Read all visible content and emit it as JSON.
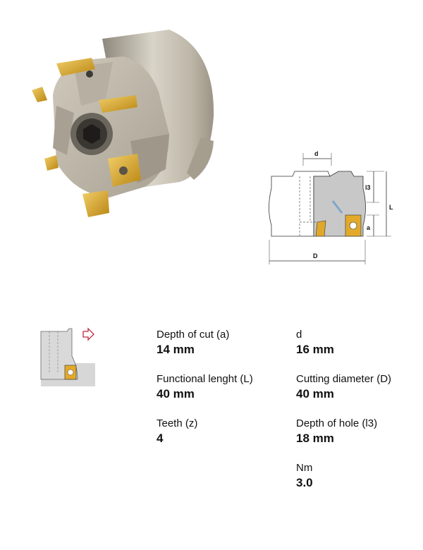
{
  "drawing": {
    "label_d": "d",
    "label_l3": "l3",
    "label_L": "L",
    "label_a": "a",
    "label_D": "D"
  },
  "specs": [
    {
      "label": "Depth of cut (a)",
      "value": "14 mm"
    },
    {
      "label": "d",
      "value": "16 mm"
    },
    {
      "label": "Functional lenght (L)",
      "value": "40 mm"
    },
    {
      "label": "Cutting diameter (D)",
      "value": "40 mm"
    },
    {
      "label": "Teeth (z)",
      "value": "4"
    },
    {
      "label": "Depth of hole (l3)",
      "value": "18 mm"
    },
    {
      "label": "Nm",
      "value": "3.0"
    }
  ],
  "colors": {
    "insert_gold": "#d9a52c",
    "body_steel": "#c8c2b4",
    "arrow_red": "#c0283c"
  }
}
